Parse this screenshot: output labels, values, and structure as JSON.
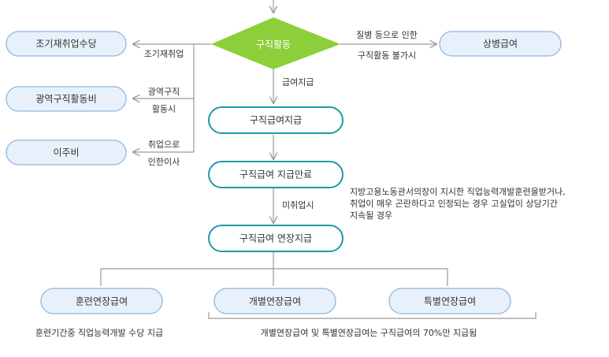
{
  "nodes": {
    "job_search": "구직활동",
    "sick_benefit": "상병급여",
    "early_reemployment": "조기재취업수당",
    "wide_area": "광역구직활동비",
    "relocation": "이주비",
    "benefit_payment": "구직급여지급",
    "benefit_end": "구직급여 지급만료",
    "benefit_extension": "구직급여 연장지급",
    "training_ext": "훈련연장급여",
    "individual_ext": "개별연장급여",
    "special_ext": "특별연장급여"
  },
  "edge_labels": {
    "illness_line1": "질병 등으로 인한",
    "illness_line2": "구직활동 불가시",
    "early_reemployment": "조기재취업",
    "wide_area_line1": "광역구직",
    "wide_area_line2": "활동시",
    "relocation_line1": "취업으로",
    "relocation_line2": "인한이사",
    "payment": "급여지급",
    "unemployed": "미취업시"
  },
  "notes": {
    "extension_line1": "지방고용노동관서의장이 지시한 직업능력개발훈련을받거나,",
    "extension_line2": "취업이 매우 곤란하다고 인정되는 경우 고실업이 상당기간",
    "extension_line3": "지속될 경우",
    "training": "훈련기간중 직업능력개발 수당 지급",
    "individual_special": "개별연장급여 및 특별연장급여는 구직급여의 70%만 지급됨"
  },
  "colors": {
    "diamond": "#8ccf3a",
    "teal_border": "#1e9aa3",
    "blue_fill": "#e8f1fb",
    "blue_border": "#8fb6de",
    "arrow": "#9a9a9a"
  }
}
